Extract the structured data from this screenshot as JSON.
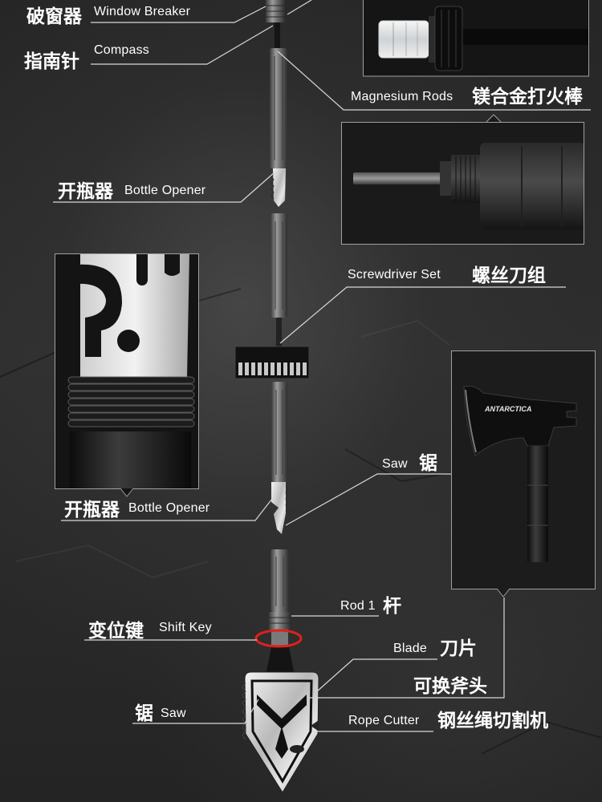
{
  "labels": {
    "window_breaker": {
      "cn": "破窗器",
      "en": "Window Breaker"
    },
    "compass": {
      "cn": "指南针",
      "en": "Compass"
    },
    "magnesium_rods": {
      "en": "Magnesium Rods",
      "cn": "镁合金打火棒"
    },
    "bottle_opener_top": {
      "cn": "开瓶器",
      "en": "Bottle Opener"
    },
    "screwdriver_set": {
      "en": "Screwdriver Set",
      "cn": "螺丝刀组"
    },
    "bottle_opener_bottom": {
      "cn": "开瓶器",
      "en": "Bottle Opener"
    },
    "saw_right": {
      "en": "Saw",
      "cn": "锯"
    },
    "rod": {
      "en": "Rod 1",
      "cn": "杆"
    },
    "shift_key": {
      "cn": "变位键",
      "en": "Shift Key"
    },
    "blade": {
      "en": "Blade",
      "cn": "刀片"
    },
    "replaceable_axe": {
      "cn": "可换斧头"
    },
    "saw_left": {
      "cn": "锯",
      "en": "Saw"
    },
    "rope_cutter": {
      "en": "Rope Cutter",
      "cn": "钢丝绳切割机"
    }
  },
  "axe_logo": "ANTARCTICA",
  "colors": {
    "label_text": "#ffffff",
    "callout_line": "#d8d8d8",
    "highlight_ring": "#e0201c",
    "inset_border": "#a0a0a0"
  }
}
